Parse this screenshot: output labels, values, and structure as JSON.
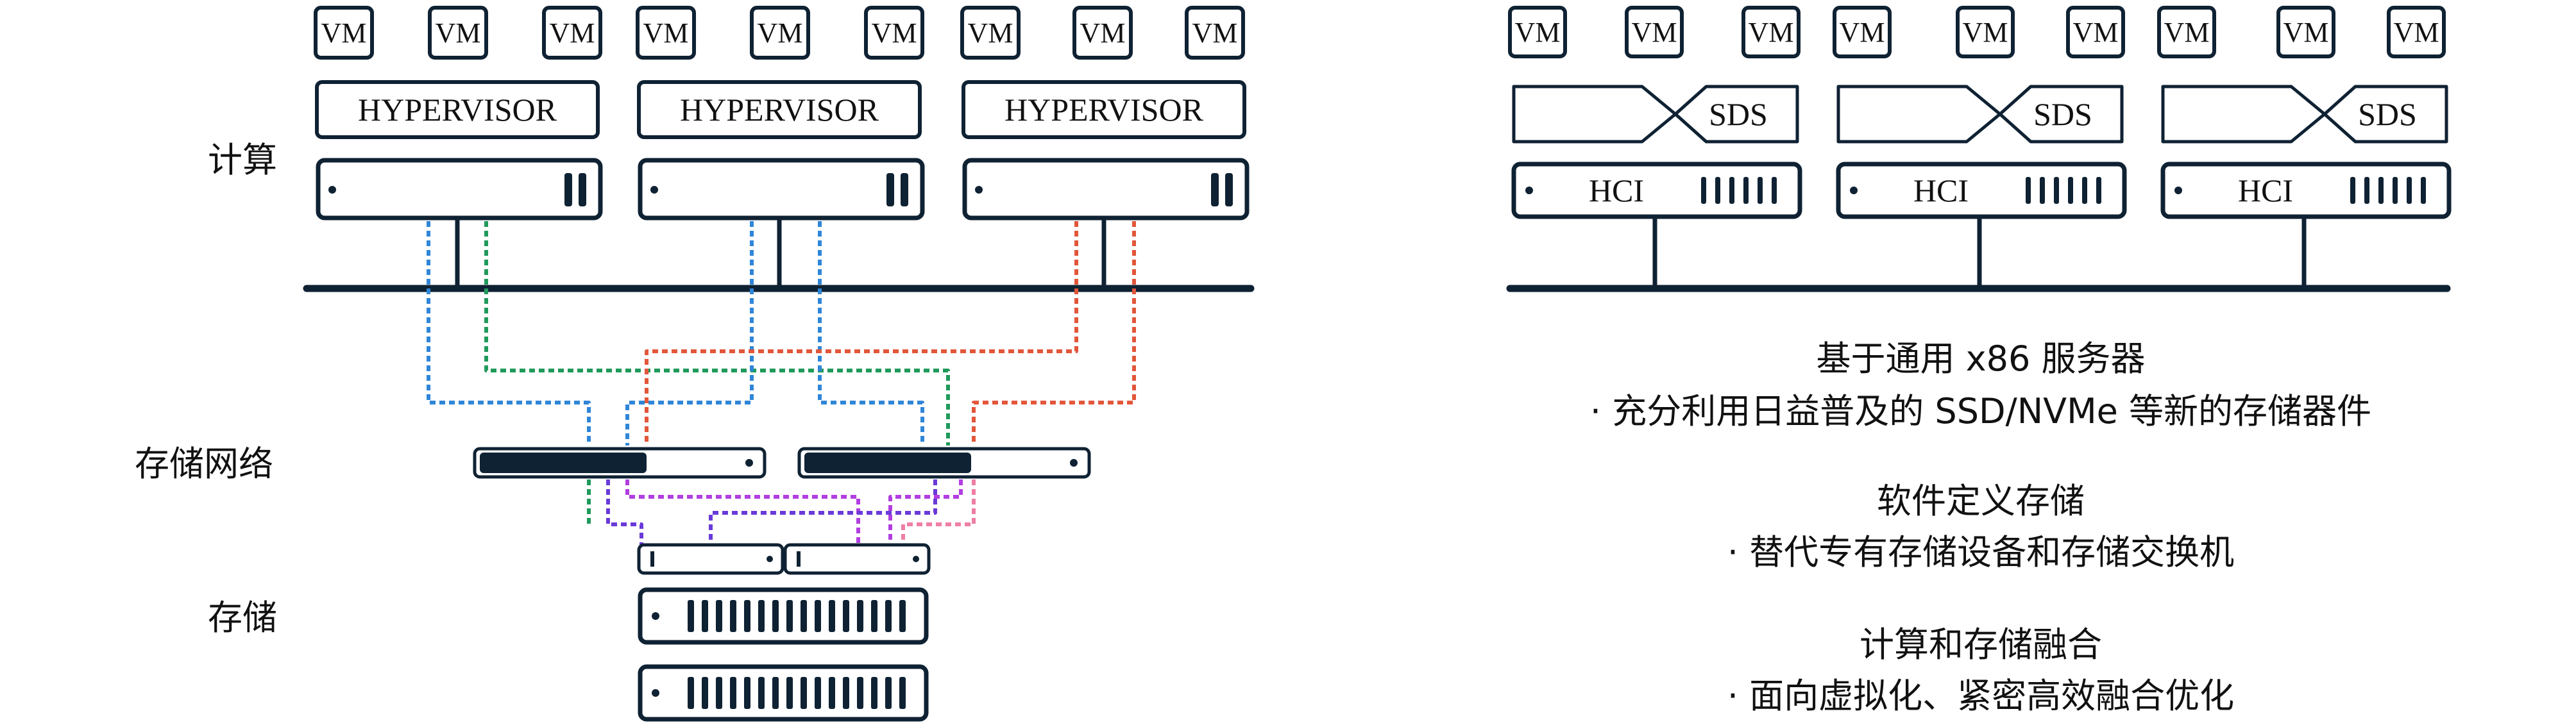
{
  "left": {
    "vm_label": "VM",
    "hypervisor_label": "HYPERVISOR",
    "labels": {
      "compute": "计算",
      "storage_network": "存储网络",
      "storage": "存储"
    },
    "colors": {
      "blue": "#2f86d8",
      "green": "#1f9a5b",
      "red": "#e2563a",
      "pink": "#ef7fa3",
      "violet": "#6a3ad8",
      "purple": "#b13ee0"
    }
  },
  "right": {
    "vm_label": "VM",
    "sds_label": "SDS",
    "hci_label": "HCI",
    "features": [
      {
        "title": "基于通用 x86 服务器",
        "line": "· 充分利用日益普及的 SSD/NVMe 等新的存储器件"
      },
      {
        "title": "软件定义存储",
        "line": "· 替代专有存储设备和存储交换机"
      },
      {
        "title": "计算和存储融合",
        "line": "· 面向虚拟化、紧密高效融合优化"
      }
    ]
  },
  "stroke_color": "#0f2233"
}
